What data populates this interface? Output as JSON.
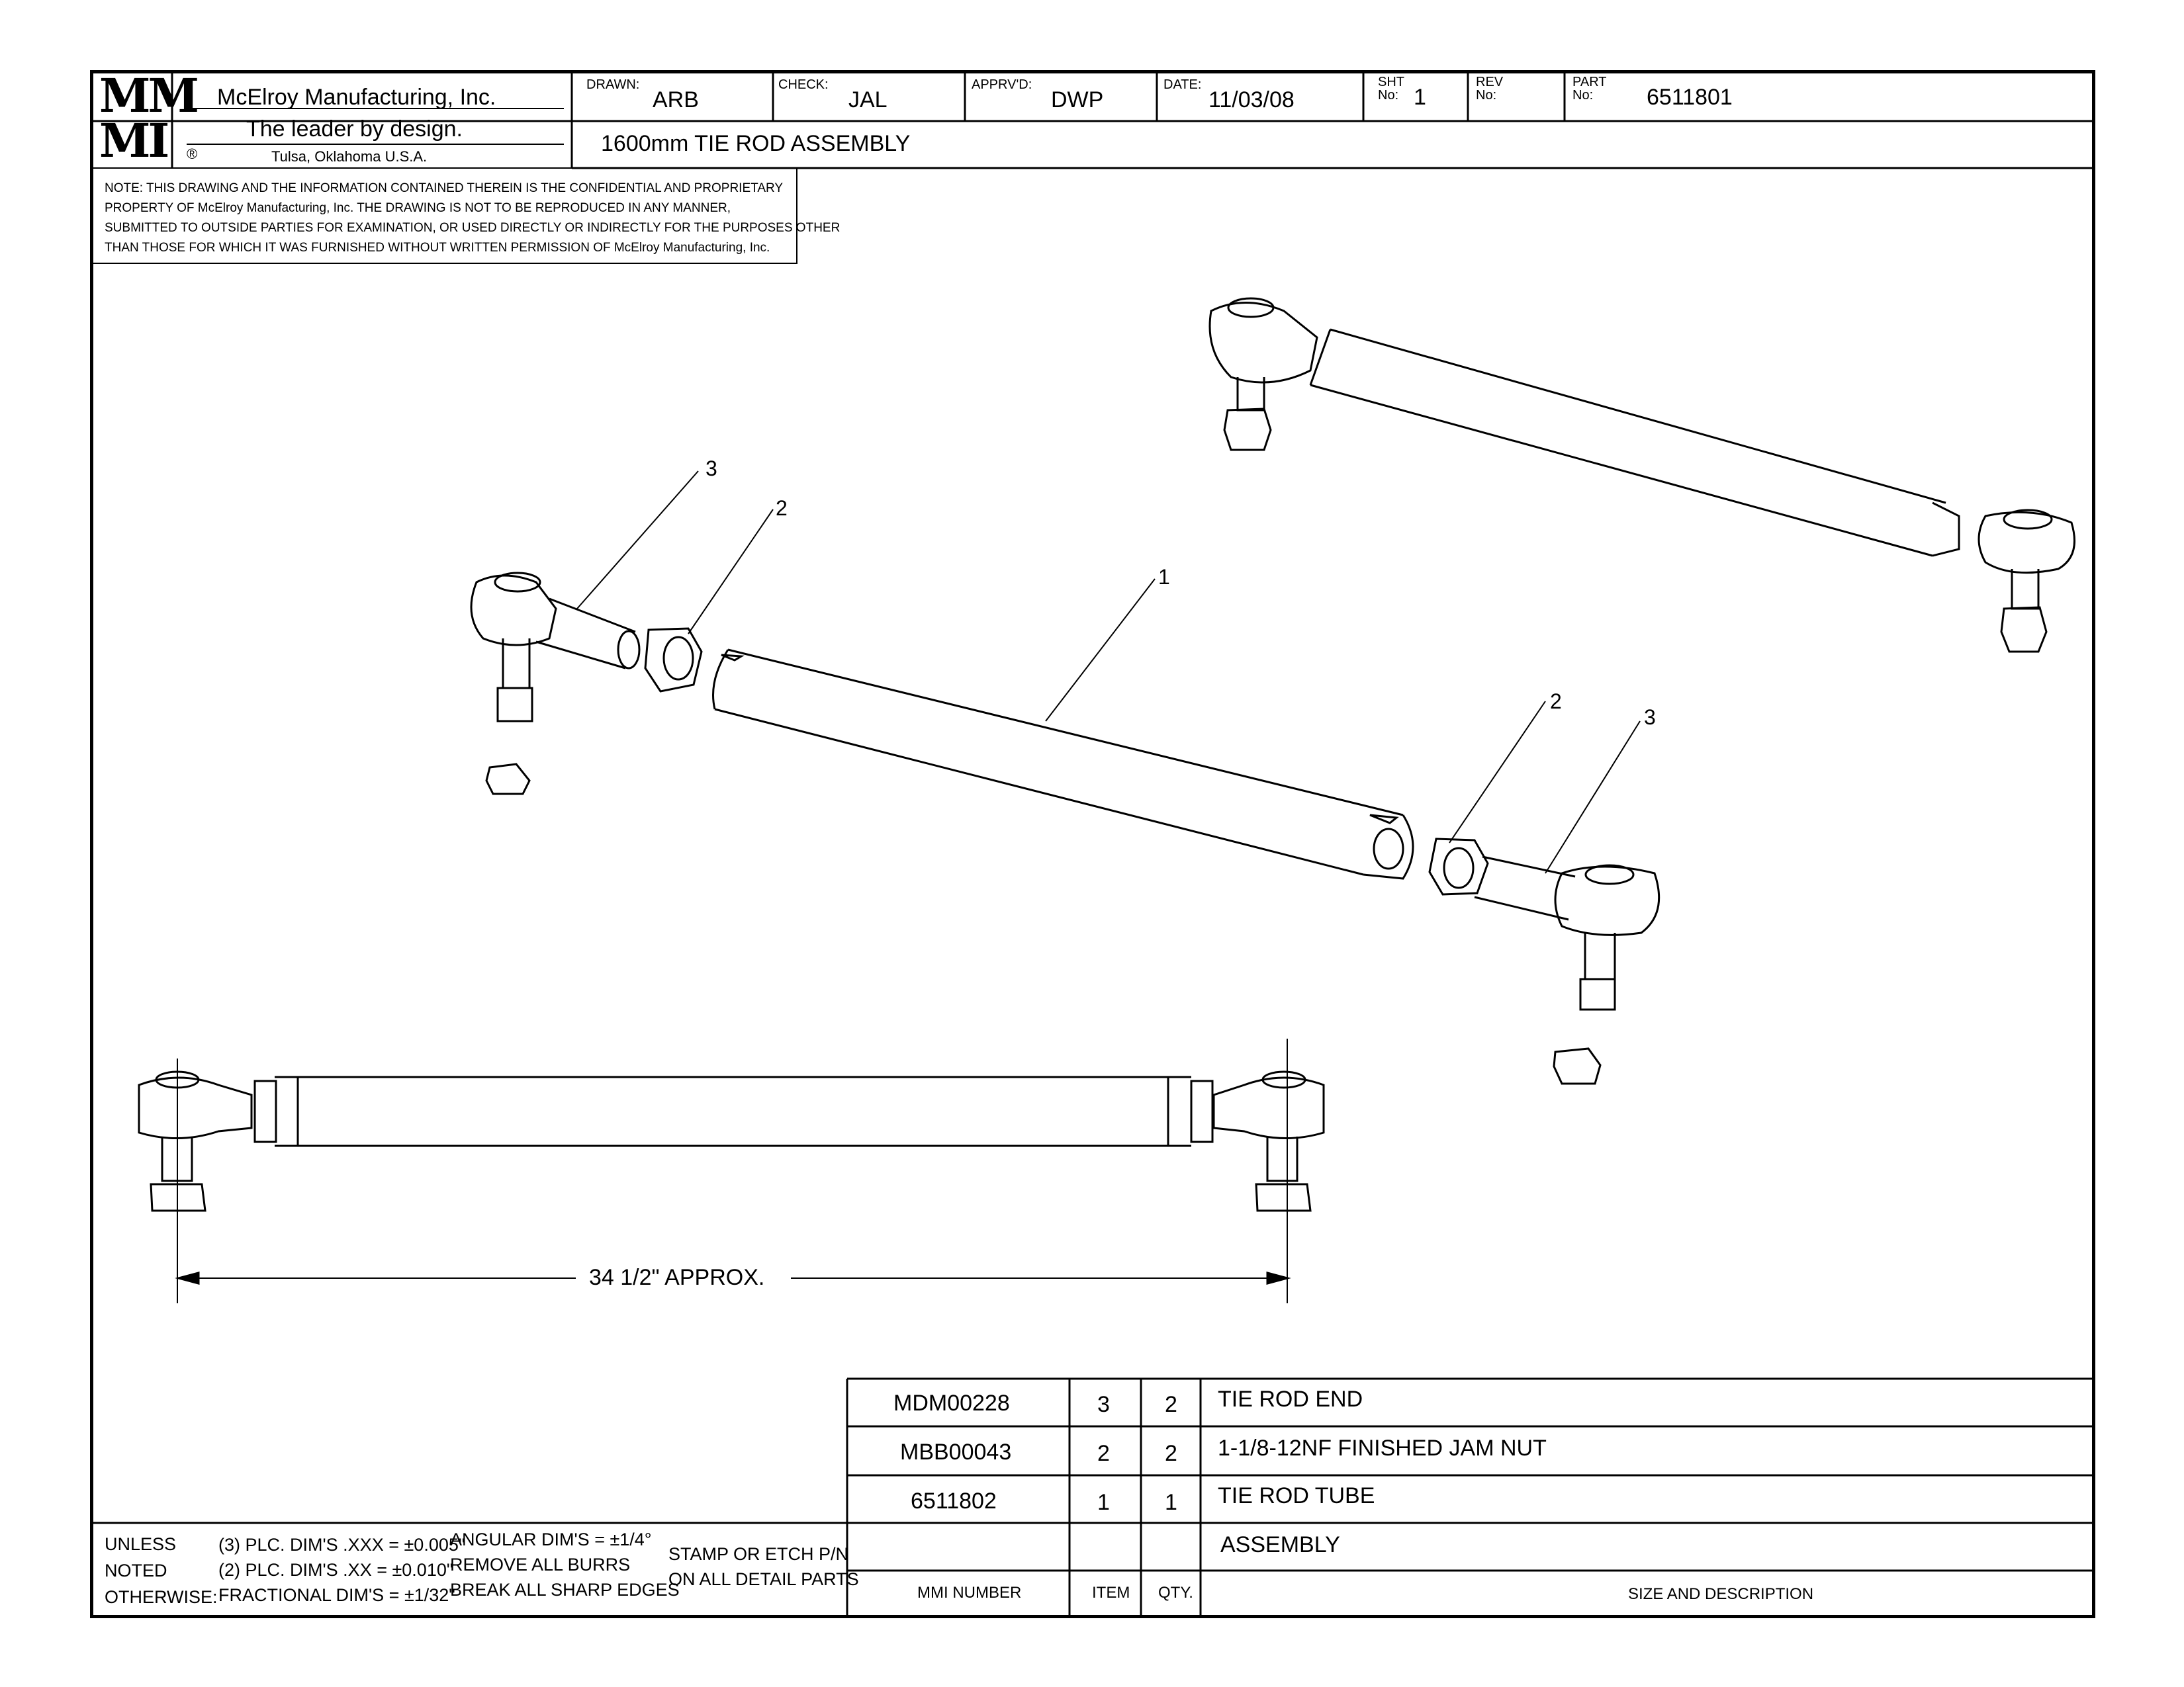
{
  "title_block": {
    "logo_text_top": "MM",
    "logo_text_bottom": "MI",
    "company": "McElroy Manufacturing, Inc.",
    "tagline": "The leader by design.",
    "registered_mark": "®",
    "location": "Tulsa, Oklahoma U.S.A.",
    "drawn_label": "DRAWN:",
    "drawn_value": "ARB",
    "check_label": "CHECK:",
    "check_value": "JAL",
    "apprvd_label": "APPRV'D:",
    "apprvd_value": "DWP",
    "date_label": "DATE:",
    "date_value": "11/03/08",
    "sht_label": "SHT",
    "sht_no_label": "No:",
    "sht_value": "1",
    "rev_label": "REV",
    "rev_no_label": "No:",
    "rev_value": "",
    "part_label": "PART",
    "part_no_label": "No:",
    "part_value": "6511801",
    "drawing_title": "1600mm TIE ROD ASSEMBLY"
  },
  "confidential_note": [
    "NOTE: THIS DRAWING AND THE INFORMATION CONTAINED THEREIN IS THE CONFIDENTIAL AND PROPRIETARY",
    "PROPERTY OF McElroy Manufacturing, Inc. THE DRAWING IS NOT TO BE REPRODUCED IN ANY MANNER,",
    "SUBMITTED TO OUTSIDE PARTIES FOR EXAMINATION, OR USED DIRECTLY OR INDIRECTLY FOR THE PURPOSES OTHER",
    "THAN THOSE FOR WHICH IT WAS FURNISHED WITHOUT WRITTEN PERMISSION OF McElroy Manufacturing, Inc."
  ],
  "callouts": {
    "item1": "1",
    "item2_left": "2",
    "item3_left": "3",
    "item2_right": "2",
    "item3_right": "3"
  },
  "dimension": "34 1/2\" APPROX.",
  "bom": {
    "rows": [
      {
        "mmi": "MDM00228",
        "item": "3",
        "qty": "2",
        "desc": "TIE ROD END"
      },
      {
        "mmi": "MBB00043",
        "item": "2",
        "qty": "2",
        "desc": "1-1/8-12NF FINISHED JAM NUT"
      },
      {
        "mmi": "6511802",
        "item": "1",
        "qty": "1",
        "desc": "TIE ROD TUBE"
      }
    ],
    "assembly_label": "ASSEMBLY",
    "headers": {
      "mmi": "MMI NUMBER",
      "item": "ITEM",
      "qty": "QTY.",
      "desc": "SIZE AND DESCRIPTION"
    }
  },
  "tolerances": {
    "unless": [
      "UNLESS",
      "NOTED",
      "OTHERWISE:"
    ],
    "decimal": [
      "(3) PLC. DIM'S .XXX = ±0.005\"",
      "(2) PLC. DIM'S .XX = ±0.010\"",
      "FRACTIONAL DIM'S = ±1/32\""
    ],
    "general": [
      "ANGULAR DIM'S = ±1/4°",
      "REMOVE ALL BURRS",
      "BREAK ALL SHARP EDGES"
    ],
    "stamp": [
      "STAMP OR ETCH P/N",
      "ON ALL DETAIL PARTS"
    ]
  }
}
